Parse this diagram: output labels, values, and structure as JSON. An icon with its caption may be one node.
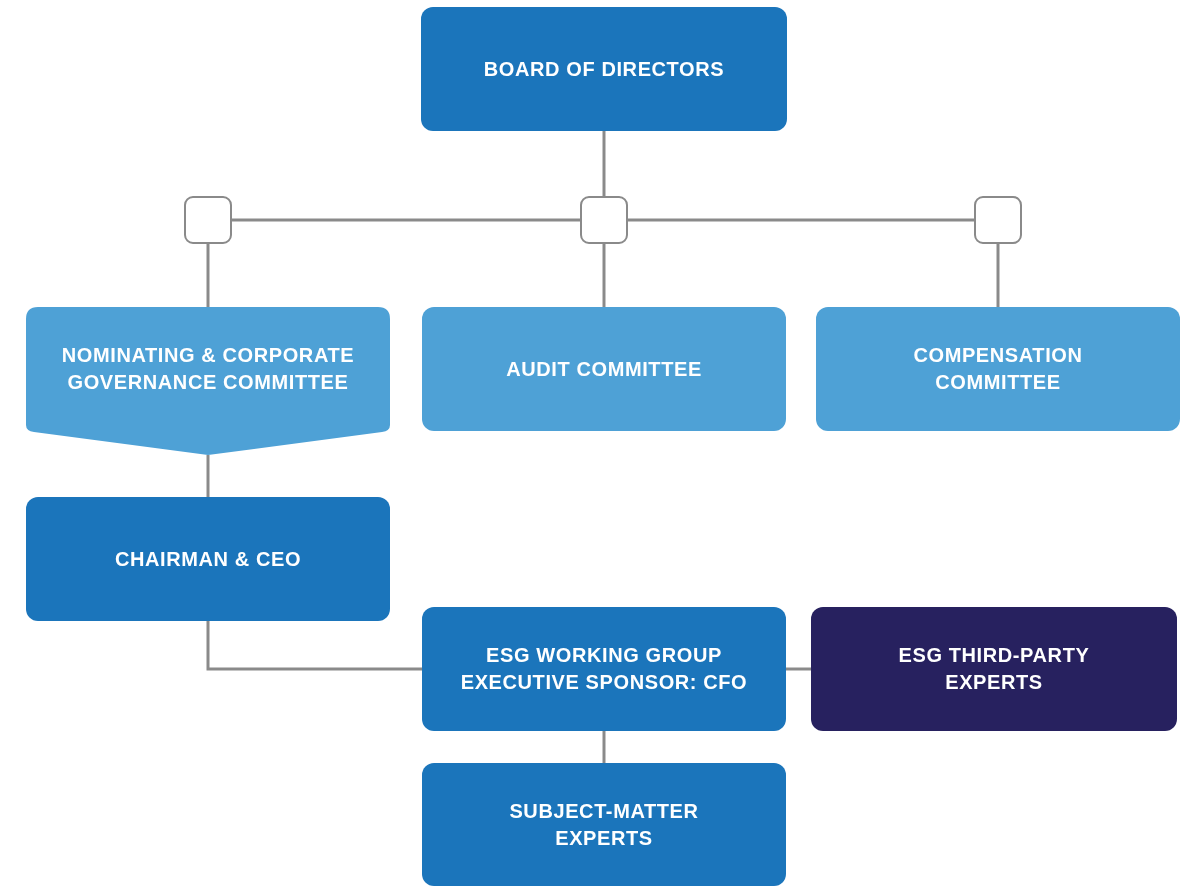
{
  "diagram": {
    "nodes": [
      {
        "text": [
          "BOARD OF DIRECTORS"
        ]
      },
      {
        "text": [],
        "shape": "box"
      },
      {
        "text": [],
        "shape": "box"
      },
      {
        "text": [],
        "shape": "box"
      },
      {
        "text": [
          "NOMINATING & CORPORATE GOVERNANCE COMMITTEE"
        ]
      },
      {
        "text": [
          "AUDIT COMMITTEE"
        ]
      },
      {
        "text": [
          "COMPENSATION COMMITTEE"
        ]
      },
      {
        "text": [
          "CHAIRMAN & CEO"
        ]
      },
      {
        "text": [
          "ESG WORKING GROUP EXECUTIVE SPONSOR: CFO"
        ]
      },
      {
        "text": [
          "ESG THIRD-PARTY EXPERTS"
        ]
      },
      {
        "text": [
          "SUBJECT-MATTER EXPERTS"
        ]
      }
    ],
    "edges": [
      {
        "from": 0,
        "to": 2,
        "arrow": "none"
      },
      {
        "from": 1,
        "to": 2,
        "arrow": "none"
      },
      {
        "from": 2,
        "to": 3,
        "arrow": "none"
      },
      {
        "from": 1,
        "to": 4,
        "arrow": "none"
      },
      {
        "from": 2,
        "to": 5,
        "arrow": "none"
      },
      {
        "from": 3,
        "to": 6,
        "arrow": "none"
      },
      {
        "from": 4,
        "to": 7,
        "arrow": "none"
      },
      {
        "from": 7,
        "to": 8,
        "arrow": "none"
      },
      {
        "from": 8,
        "to": 9,
        "arrow": "none"
      },
      {
        "from": 8,
        "to": 10,
        "arrow": "none"
      }
    ]
  }
}
